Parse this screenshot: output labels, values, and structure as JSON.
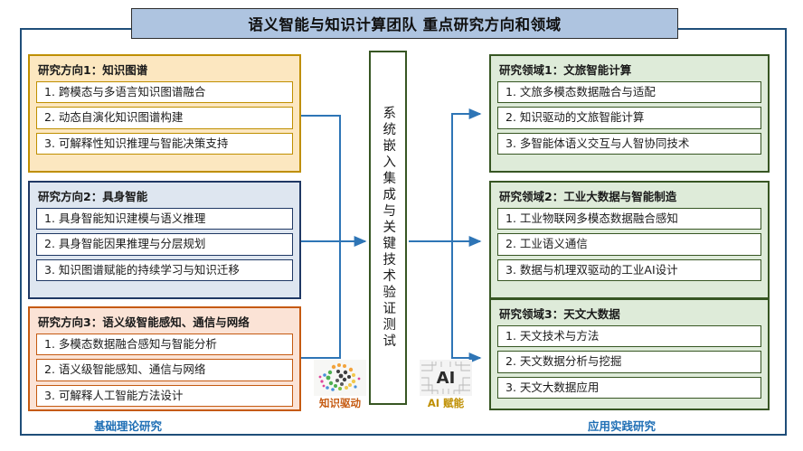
{
  "title": "语义智能与知识计算团队 重点研究方向和领域",
  "center": {
    "label": "系统嵌入集成与关键技术验证测试"
  },
  "left_column": {
    "groups": [
      {
        "head": "研究方向1：知识图谱",
        "items": [
          "1. 跨模态与多语言知识图谱融合",
          "2. 动态自演化知识图谱构建",
          "3. 可解释性知识推理与智能决策支持"
        ]
      },
      {
        "head": "研究方向2：具身智能",
        "items": [
          "1. 具身智能知识建模与语义推理",
          "2. 具身智能因果推理与分层规划",
          "3. 知识图谱赋能的持续学习与知识迁移"
        ]
      },
      {
        "head": "研究方向3：语义级智能感知、通信与网络",
        "items": [
          "1. 多模态数据融合感知与智能分析",
          "2. 语义级智能感知、通信与网络",
          "3. 可解释人工智能方法设计"
        ]
      }
    ]
  },
  "right_column": {
    "groups": [
      {
        "head": "研究领域1：文旅智能计算",
        "items": [
          "1. 文旅多模态数据融合与适配",
          "2. 知识驱动的文旅智能计算",
          "3. 多智能体语义交互与人智协同技术"
        ]
      },
      {
        "head": "研究领域2：工业大数据与智能制造",
        "items": [
          "1. 工业物联网多模态数据融合感知",
          "2. 工业语义通信",
          "3. 数据与机理双驱动的工业AI设计"
        ]
      },
      {
        "head": "研究领域3：天文大数据",
        "items": [
          "1. 天文技术与方法",
          "2. 天文数据分析与挖掘",
          "3. 天文大数据应用"
        ]
      }
    ]
  },
  "icons": [
    {
      "name": "knowledge-graph-icon",
      "caption": "知识驱动"
    },
    {
      "name": "ai-chip-icon",
      "caption": "AI 赋能"
    }
  ],
  "footer": {
    "left": "基础理论研究",
    "right": "应用实践研究"
  },
  "colors": {
    "title_fill": "#AEC4E0",
    "frame": "#1F4E79",
    "dir1": "#BF8F00",
    "dir2": "#1F3864",
    "dir3": "#C55A11",
    "area": "#375623",
    "arrow": "#2E75B6",
    "footer_text": "#1F6FB5"
  }
}
